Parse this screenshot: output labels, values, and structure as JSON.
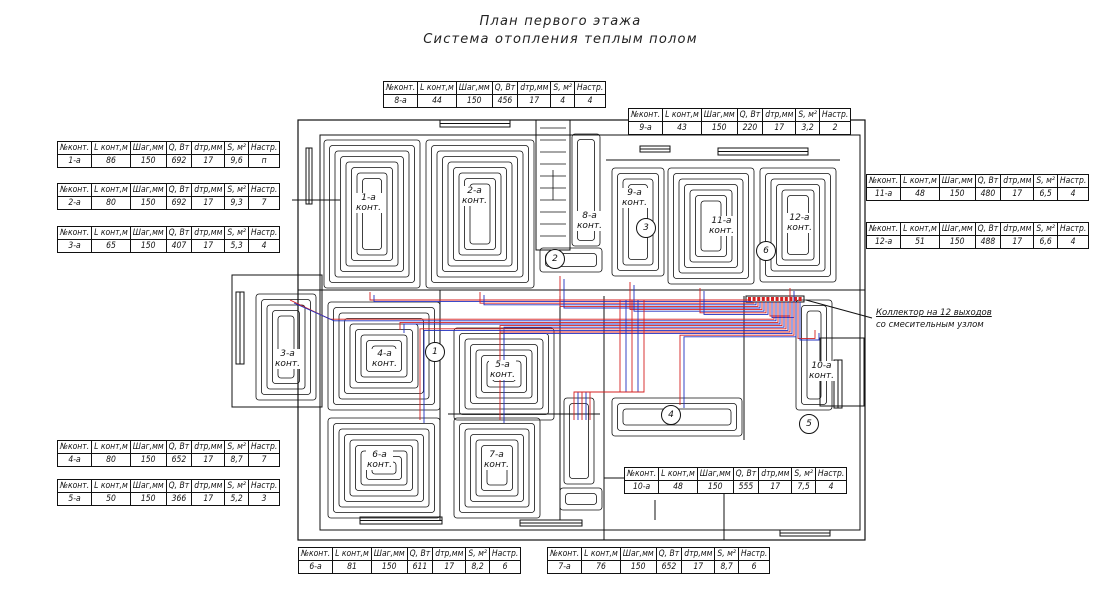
{
  "title_line1": "План первого этажа",
  "title_line2": "Система отопления теплым полом",
  "table_header": [
    "№конт.",
    "L конт,м",
    "Шаг,мм",
    "Q, Вт",
    "dтр,мм",
    "S, м²",
    "Настр."
  ],
  "circuits": [
    {
      "id": "1",
      "row": [
        "1-а",
        "86",
        "150",
        "692",
        "17",
        "9,6",
        "п"
      ]
    },
    {
      "id": "2",
      "row": [
        "2-а",
        "80",
        "150",
        "692",
        "17",
        "9,3",
        "7"
      ]
    },
    {
      "id": "3",
      "row": [
        "3-а",
        "65",
        "150",
        "407",
        "17",
        "5,3",
        "4"
      ]
    },
    {
      "id": "4",
      "row": [
        "4-а",
        "80",
        "150",
        "652",
        "17",
        "8,7",
        "7"
      ]
    },
    {
      "id": "5",
      "row": [
        "5-а",
        "50",
        "150",
        "366",
        "17",
        "5,2",
        "3"
      ]
    },
    {
      "id": "6",
      "row": [
        "6-а",
        "81",
        "150",
        "611",
        "17",
        "8,2",
        "6"
      ]
    },
    {
      "id": "7",
      "row": [
        "7-а",
        "76",
        "150",
        "652",
        "17",
        "8,7",
        "6"
      ]
    },
    {
      "id": "8",
      "row": [
        "8-а",
        "44",
        "150",
        "456",
        "17",
        "4",
        "4"
      ]
    },
    {
      "id": "9",
      "row": [
        "9-а",
        "43",
        "150",
        "220",
        "17",
        "3,2",
        "2"
      ]
    },
    {
      "id": "10",
      "row": [
        "10-а",
        "48",
        "150",
        "555",
        "17",
        "7,5",
        "4"
      ]
    },
    {
      "id": "11",
      "row": [
        "11-а",
        "48",
        "150",
        "480",
        "17",
        "6,5",
        "4"
      ]
    },
    {
      "id": "12",
      "row": [
        "12-а",
        "51",
        "150",
        "488",
        "17",
        "6,6",
        "4"
      ]
    }
  ],
  "room_labels": [
    {
      "num": "1-а",
      "word": "конт."
    },
    {
      "num": "2-а",
      "word": "конт."
    },
    {
      "num": "3-а",
      "word": "конт."
    },
    {
      "num": "4-а",
      "word": "конт."
    },
    {
      "num": "5-а",
      "word": "конт."
    },
    {
      "num": "6-а",
      "word": "конт."
    },
    {
      "num": "7-а",
      "word": "конт."
    },
    {
      "num": "8-а",
      "word": "конт."
    },
    {
      "num": "9-а",
      "word": "конт."
    },
    {
      "num": "10-а",
      "word": "конт."
    },
    {
      "num": "11-а",
      "word": "конт."
    },
    {
      "num": "12-а",
      "word": "конт."
    }
  ],
  "room_numbers": [
    "1",
    "2",
    "3",
    "4",
    "5",
    "6"
  ],
  "collector_note_line1": "Коллектор на 12 выходов",
  "collector_note_line2": "со смесительным узлом",
  "colors": {
    "supply": "#d62020",
    "return": "#2030c0",
    "lines": "#111111"
  }
}
